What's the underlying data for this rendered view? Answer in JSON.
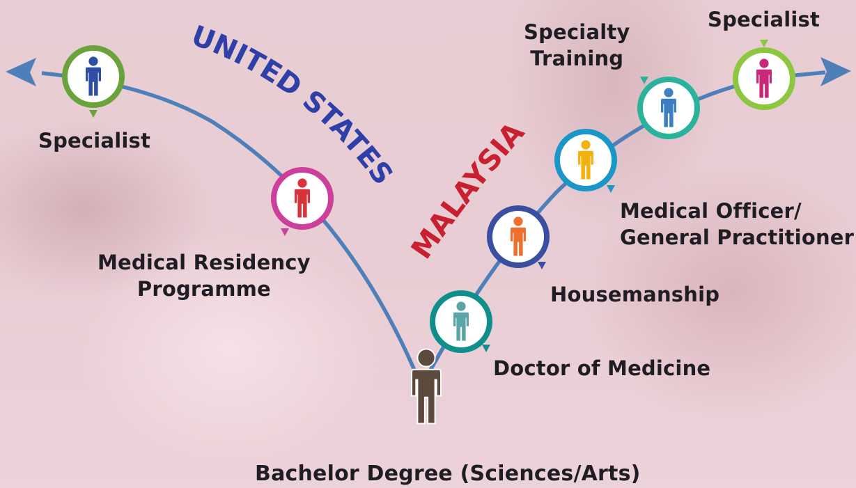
{
  "colors": {
    "background": "#e6c9d0",
    "path": "#4f7fb8",
    "text": "#1f1d24",
    "united_states": "#2f3fa8",
    "malaysia": "#c8202e"
  },
  "country_labels": {
    "united_states": "UNITED STATES",
    "malaysia": "MALAYSIA"
  },
  "start": {
    "label": "Bachelor Degree (Sciences/Arts)",
    "figure_color": "#5c4a3d"
  },
  "us_path": [
    {
      "id": "residency",
      "label_lines": [
        "Medical Residency",
        "Programme"
      ],
      "ring_color": "#cc3f9a",
      "figure_color": "#d8333a",
      "icon": "person-icon"
    },
    {
      "id": "specialist",
      "label_lines": [
        "Specialist"
      ],
      "ring_color": "#6aa33c",
      "figure_color": "#2e4ea6",
      "icon": "person-icon"
    }
  ],
  "my_path": [
    {
      "id": "doctor-of-medicine",
      "label_lines": [
        "Doctor of Medicine"
      ],
      "ring_color": "#0f8f8c",
      "figure_color": "#5aa6a6",
      "icon": "person-icon"
    },
    {
      "id": "housemanship",
      "label_lines": [
        "Housemanship"
      ],
      "ring_color": "#3b4fa0",
      "figure_color": "#ee6f2e",
      "icon": "person-icon"
    },
    {
      "id": "medical-officer",
      "label_lines": [
        "Medical Officer/",
        "General Practitioner"
      ],
      "ring_color": "#1a96c8",
      "figure_color": "#f3b20f",
      "icon": "person-icon"
    },
    {
      "id": "specialty-training",
      "label_lines": [
        "Specialty",
        "Training"
      ],
      "ring_color": "#2ab39b",
      "figure_color": "#3b7fc4",
      "icon": "person-icon"
    },
    {
      "id": "specialist",
      "label_lines": [
        "Specialist"
      ],
      "ring_color": "#8dc63f",
      "figure_color": "#c8287a",
      "icon": "person-icon"
    }
  ]
}
